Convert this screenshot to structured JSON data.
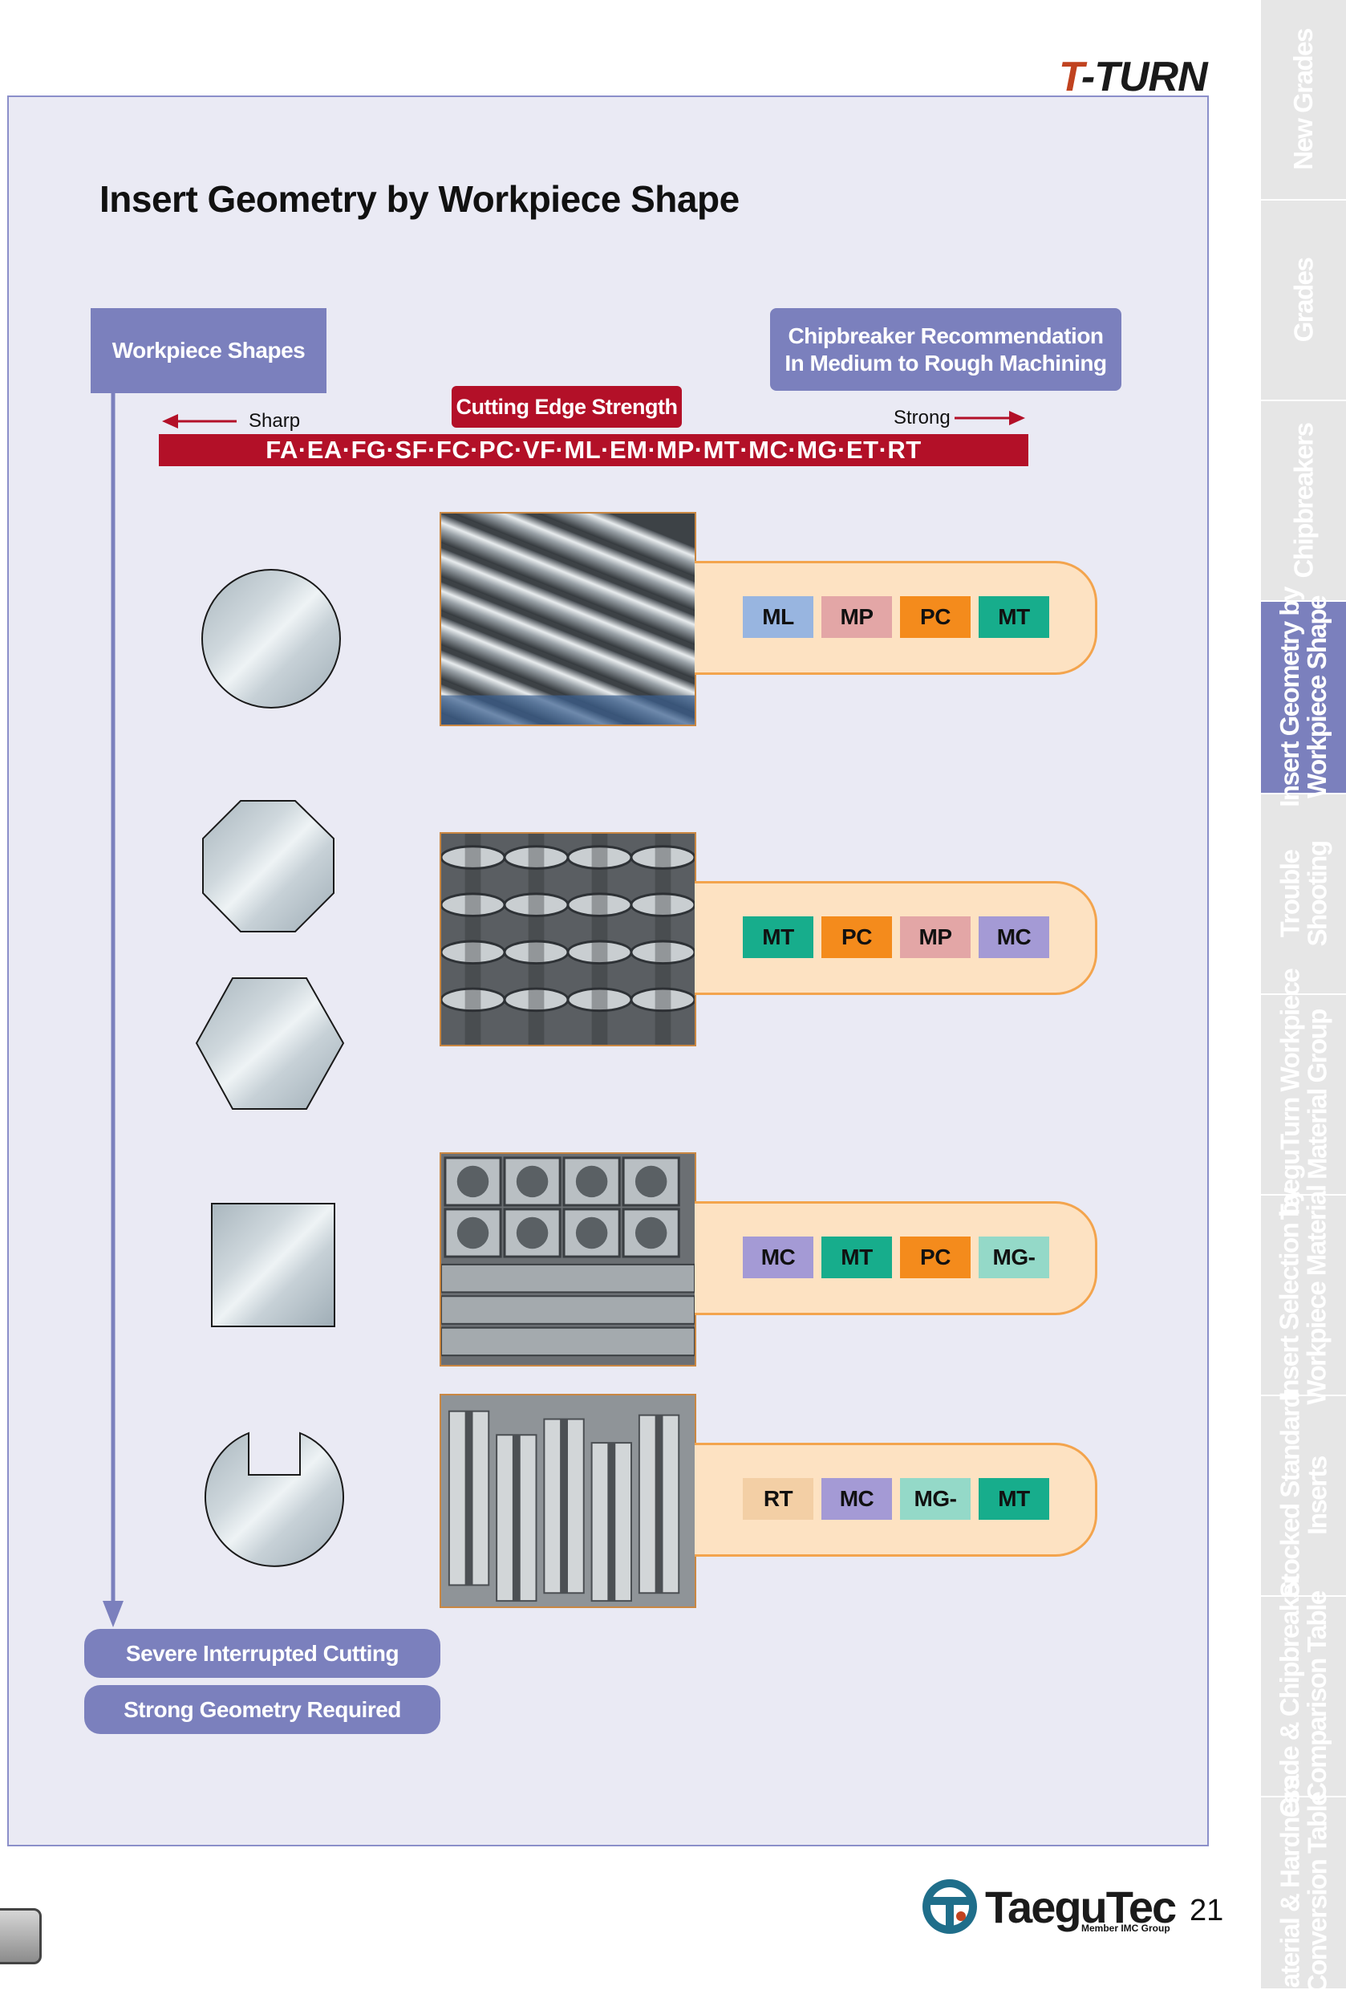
{
  "brand": {
    "logo_t": "T",
    "logo_rest": "-TURN"
  },
  "page": {
    "title": "Insert Geometry by Workpiece Shape",
    "workpiece_header": "Workpiece Shapes",
    "recommendation_header_line1": "Chipbreaker Recommendation",
    "recommendation_header_line2": "In Medium to Rough Machining",
    "cutting_edge_strength": "Cutting Edge Strength",
    "sharp_label": "Sharp",
    "strong_label": "Strong",
    "scale_sequence": "FA·EA·FG·SF·FC·PC·VF·ML·EM·MP·MT·MC·MG·ET·RT"
  },
  "rows": [
    {
      "shape": "round-bar",
      "chips": [
        {
          "label": "ML",
          "color": "#98b5e0"
        },
        {
          "label": "MP",
          "color": "#e3a6a6"
        },
        {
          "label": "PC",
          "color": "#f48b1c"
        },
        {
          "label": "MT",
          "color": "#17ad8c"
        }
      ]
    },
    {
      "shape": "octagon-hexagon",
      "chips": [
        {
          "label": "MT",
          "color": "#17ad8c"
        },
        {
          "label": "PC",
          "color": "#f48b1c"
        },
        {
          "label": "MP",
          "color": "#e3a6a6"
        },
        {
          "label": "MC",
          "color": "#a49ad5"
        }
      ]
    },
    {
      "shape": "square",
      "chips": [
        {
          "label": "MC",
          "color": "#a49ad5"
        },
        {
          "label": "MT",
          "color": "#17ad8c"
        },
        {
          "label": "PC",
          "color": "#f48b1c"
        },
        {
          "label": "MG-",
          "color": "#94d9c8"
        }
      ]
    },
    {
      "shape": "slotted-round",
      "chips": [
        {
          "label": "RT",
          "color": "#f3cfa5"
        },
        {
          "label": "MC",
          "color": "#a49ad5"
        },
        {
          "label": "MG-",
          "color": "#94d9c8"
        },
        {
          "label": "MT",
          "color": "#17ad8c"
        }
      ]
    }
  ],
  "bottom": {
    "interrupted": "Severe Interrupted Cutting",
    "strong": "Strong Geometry Required"
  },
  "tabs": [
    {
      "line1": "New Grades",
      "line2": ""
    },
    {
      "line1": "Grades",
      "line2": ""
    },
    {
      "line1": "Chipbreakers",
      "line2": ""
    },
    {
      "line1": "Insert Geometry by",
      "line2": "Workpiece Shape"
    },
    {
      "line1": "Trouble",
      "line2": "Shooting"
    },
    {
      "line1": "TaeguTurn Workpiece",
      "line2": "Material Group"
    },
    {
      "line1": "Insert Selection by",
      "line2": "Workpiece Material"
    },
    {
      "line1": "Stocked Standard",
      "line2": "Inserts"
    },
    {
      "line1": "Grade & Chipbreaker",
      "line2": "Comparison Table"
    },
    {
      "line1": "Material & Hardness",
      "line2": "Conversion Table"
    }
  ],
  "footer": {
    "brand_word_a": "Taegu",
    "brand_word_b": "Tec",
    "member": "Member IMC Group",
    "page_number": "21"
  },
  "colors": {
    "accent": "#7b80bd",
    "strength_red": "#b31028",
    "panel": "#fde2c2",
    "panel_border": "#f3a44d"
  }
}
